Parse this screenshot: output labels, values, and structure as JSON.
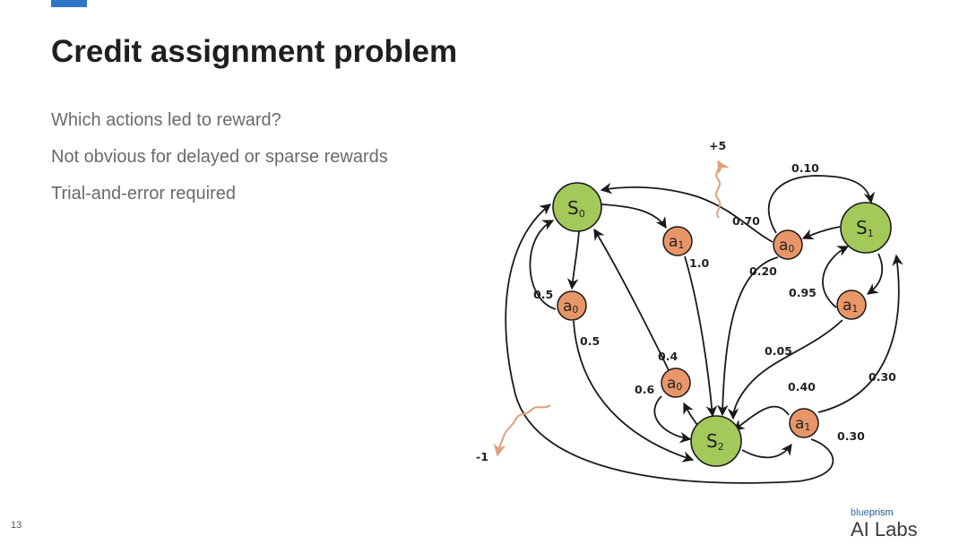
{
  "slide": {
    "title": "Credit assignment problem",
    "bullets": [
      "Which actions led to reward?",
      "Not obvious for delayed or sparse rewards",
      "Trial-and-error required"
    ],
    "slide_number": "13",
    "brand": {
      "top_a": "blue",
      "top_b": "prism",
      "main": "AI Labs"
    }
  },
  "diagram": {
    "colors": {
      "state": "#a3c95b",
      "action": "#e89668",
      "edge": "#1a1a1a",
      "reward": "#e0a07c"
    },
    "states": [
      {
        "id": "s0",
        "letter": "S",
        "sub": "0"
      },
      {
        "id": "s1",
        "letter": "S",
        "sub": "1"
      },
      {
        "id": "s2",
        "letter": "S",
        "sub": "2"
      }
    ],
    "actions": [
      {
        "id": "s0a0",
        "letter": "a",
        "sub": "0"
      },
      {
        "id": "s0a1",
        "letter": "a",
        "sub": "1"
      },
      {
        "id": "s1a0",
        "letter": "a",
        "sub": "0"
      },
      {
        "id": "s1a1",
        "letter": "a",
        "sub": "1"
      },
      {
        "id": "s2a0",
        "letter": "a",
        "sub": "0"
      },
      {
        "id": "s2a1",
        "letter": "a",
        "sub": "1"
      }
    ],
    "probabilities": {
      "s0a0_s0": "0.5",
      "s0a0_s2": "0.5",
      "s0a1_s2": "1.0",
      "s1a0_s1": "0.10",
      "s1a0_s0": "0.70",
      "s1a0_s2": "0.20",
      "s1a1_s1": "0.95",
      "s1a1_s2": "0.05",
      "s2a0_s0": "0.4",
      "s2a0_s2": "0.6",
      "s2a1_s2": "0.40",
      "s2a1_s1": "0.30",
      "s2a1_s0": "0.30"
    },
    "rewards": {
      "positive": "+5",
      "negative": "-1"
    }
  }
}
